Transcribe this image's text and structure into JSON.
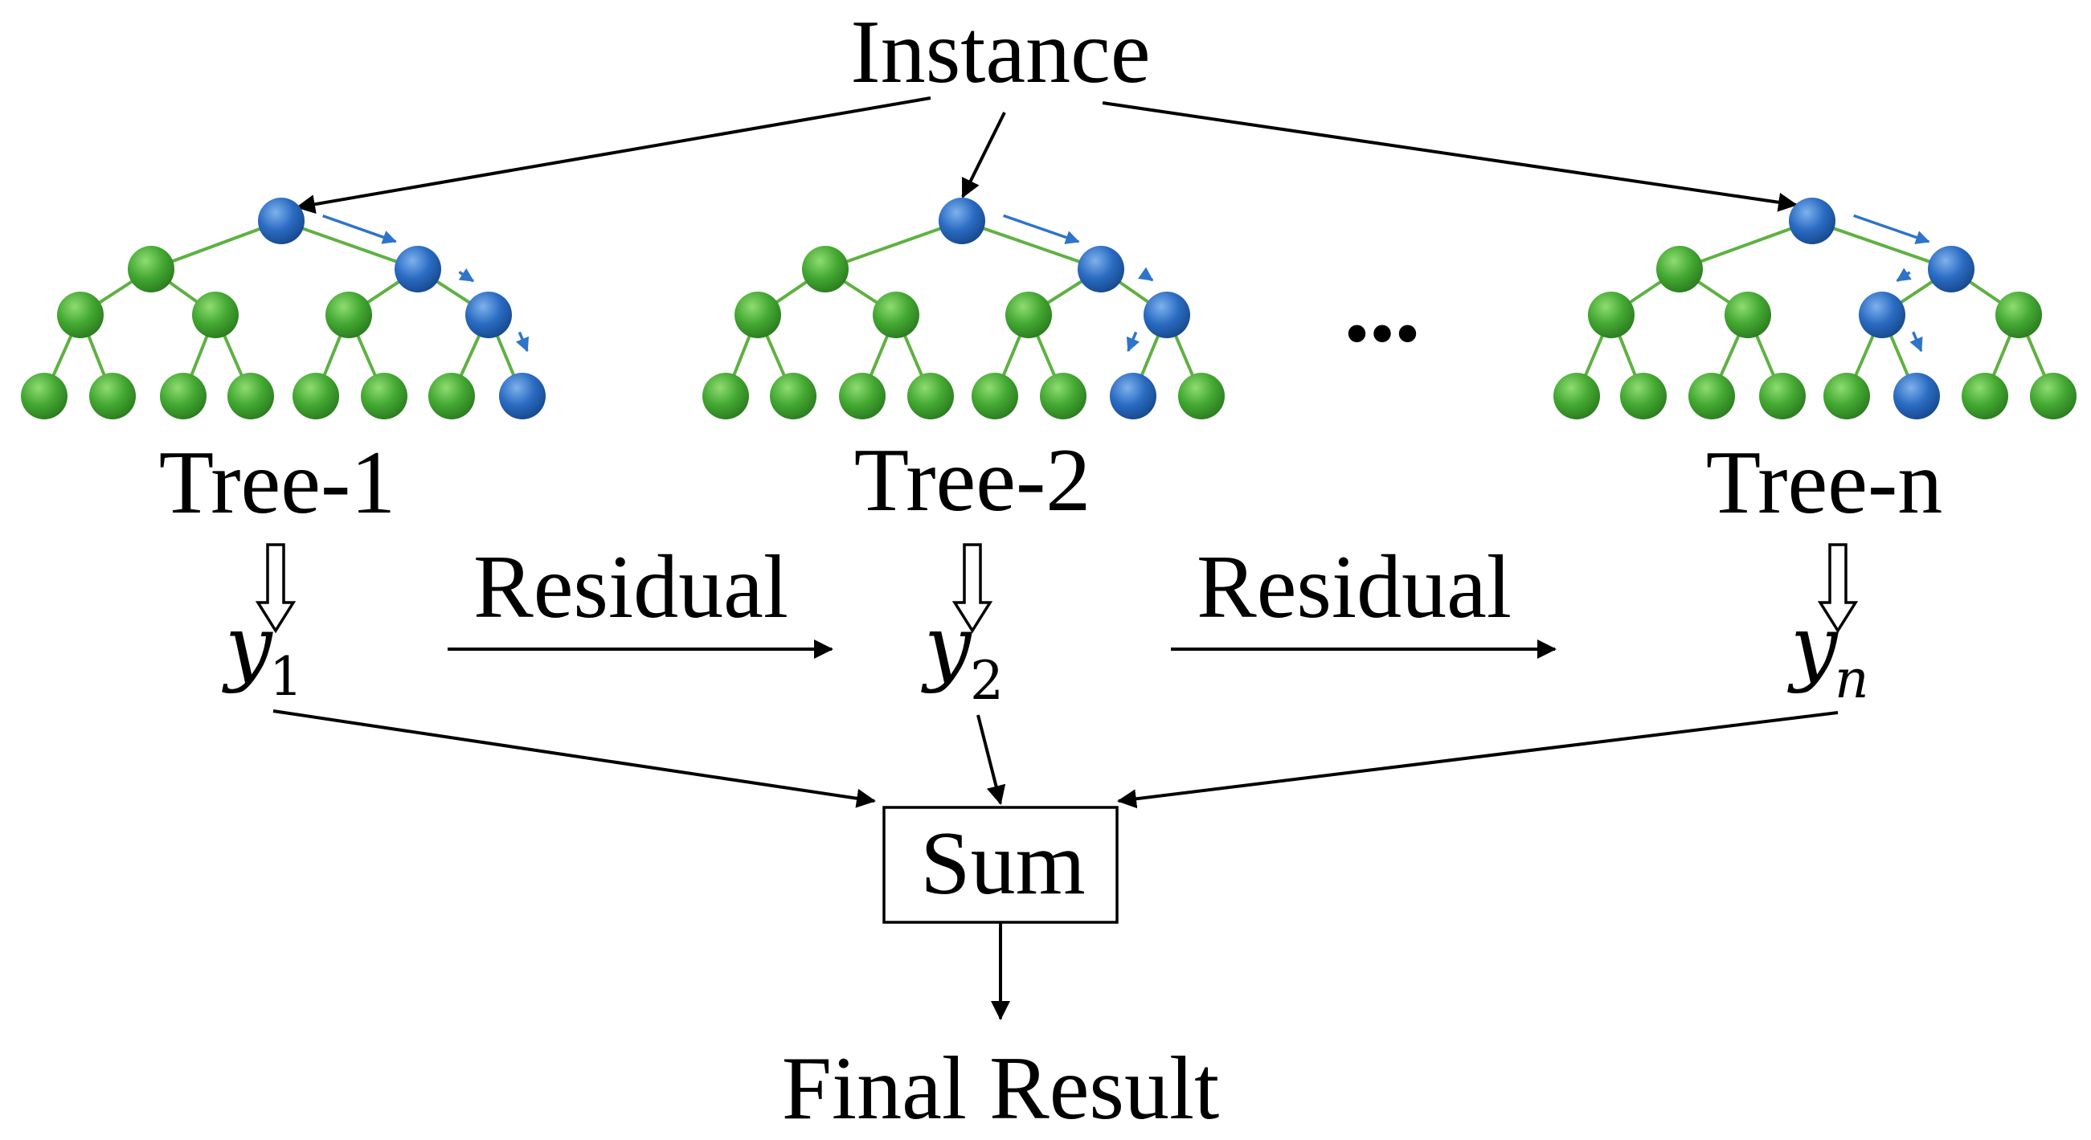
{
  "title": "Instance",
  "trees": [
    {
      "label": "Tree-1",
      "output_symbol": "y",
      "output_subscript": "1"
    },
    {
      "label": "Tree-2",
      "output_symbol": "y",
      "output_subscript": "2"
    },
    {
      "label": "Tree-n",
      "output_symbol": "y",
      "output_subscript": "n"
    }
  ],
  "ellipsis": "•••",
  "residual_labels": [
    "Residual",
    "Residual"
  ],
  "sum_label": "Sum",
  "final_label": "Final Result",
  "colors": {
    "node_green": "#43a832",
    "node_blue": "#2a6bc2",
    "edge_green": "#5fb142",
    "path_arrow_blue": "#2e74c9",
    "line_black": "#000000"
  },
  "decision_paths": [
    [
      "R",
      "R",
      "R"
    ],
    [
      "R",
      "R",
      "L"
    ],
    [
      "R",
      "L",
      "R"
    ]
  ]
}
